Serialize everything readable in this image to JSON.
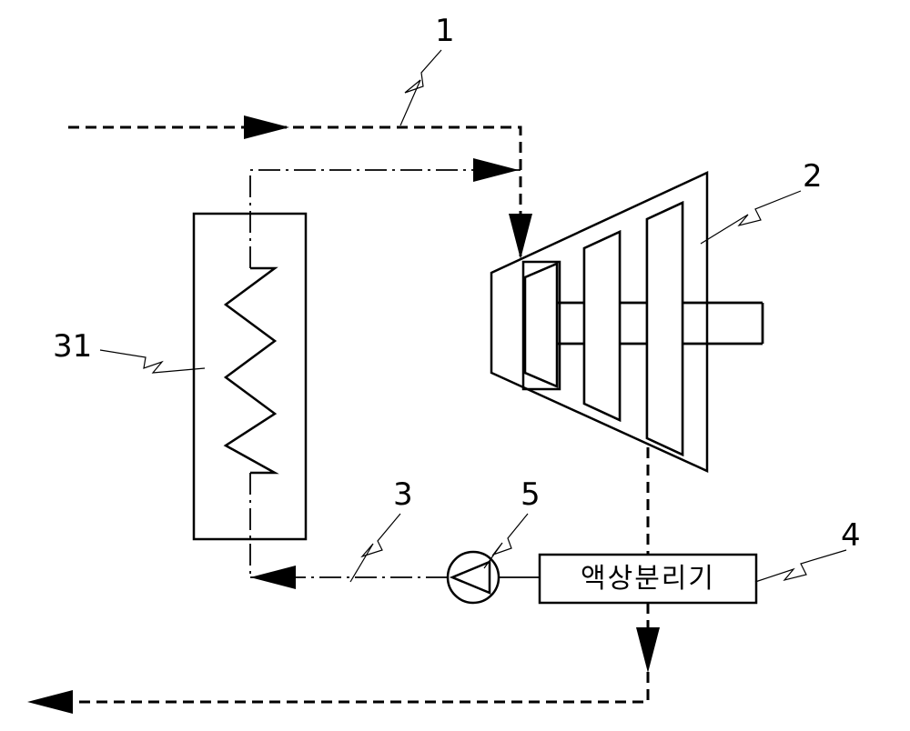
{
  "labels": {
    "ref_1": "1",
    "ref_2": "2",
    "ref_3": "3",
    "ref_4": "4",
    "ref_5": "5",
    "ref_31": "31",
    "separator": "액상분리기"
  },
  "colors": {
    "stroke": "#000000",
    "background": "#ffffff"
  }
}
